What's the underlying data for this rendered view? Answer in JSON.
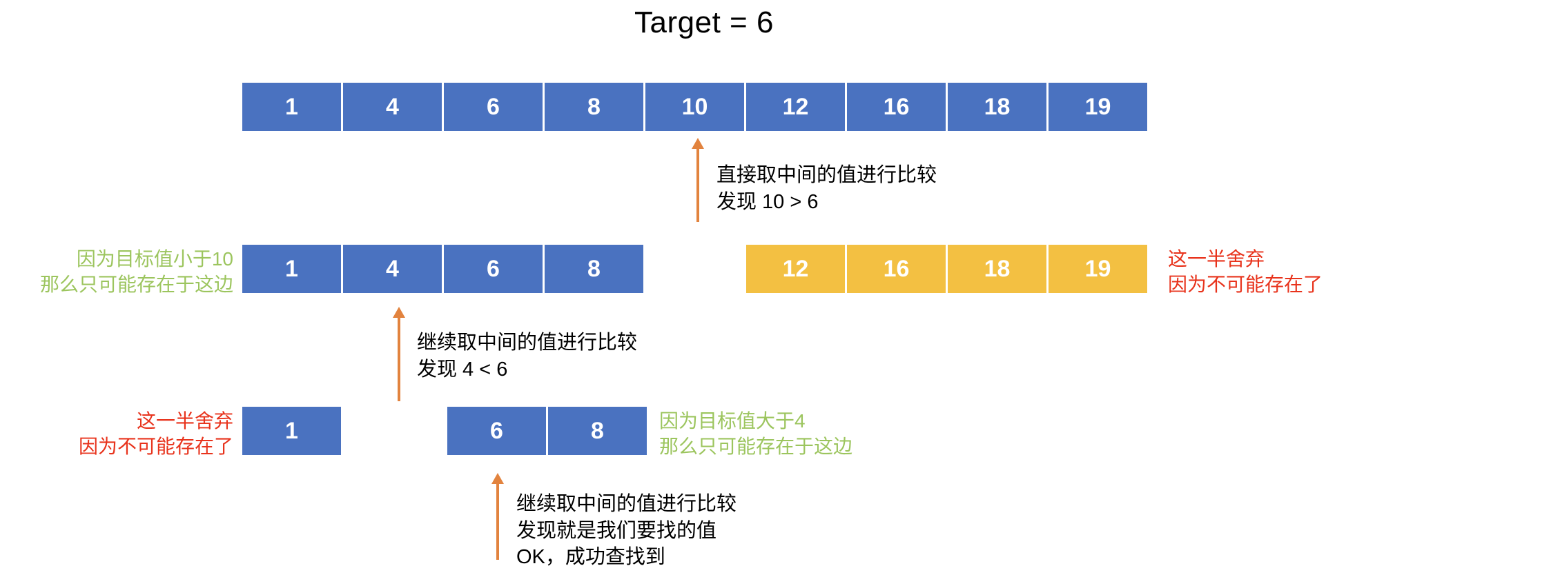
{
  "title": "Target = 6",
  "colors": {
    "active_block": "#4A72C0",
    "discarded_block": "#F3C042",
    "keep_label": "#9CC55E",
    "discard_label": "#E8331C",
    "arrow": "#E2833E",
    "text": "#000000",
    "background": "#FFFFFF"
  },
  "rows": [
    {
      "id": "row-1-full-array",
      "left_group": {
        "style": "blue",
        "values": [
          "1",
          "4",
          "6",
          "8",
          "10",
          "12",
          "16",
          "18",
          "19"
        ]
      }
    },
    {
      "id": "row-2-split-array",
      "left_label": [
        "因为目标值小于10",
        "那么只可能存在于这边"
      ],
      "left_group": {
        "style": "blue",
        "values": [
          "1",
          "4",
          "6",
          "8"
        ]
      },
      "right_group": {
        "style": "amber",
        "values": [
          "12",
          "16",
          "18",
          "19"
        ]
      },
      "right_label": [
        "这一半舍弃",
        "因为不可能存在了"
      ]
    },
    {
      "id": "row-3-split-array",
      "left_label": [
        "这一半舍弃",
        "因为不可能存在了"
      ],
      "left_group": {
        "style": "blue",
        "values": [
          "1"
        ]
      },
      "right_group": {
        "style": "blue",
        "values": [
          "6",
          "8"
        ]
      },
      "right_label": [
        "因为目标值大于4",
        "那么只可能存在于这边"
      ]
    }
  ],
  "steps": [
    {
      "id": "step-1",
      "pointer_value": "10",
      "lines": [
        "直接取中间的值进行比较",
        "发现 10 > 6"
      ]
    },
    {
      "id": "step-2",
      "pointer_value": "4",
      "lines": [
        "继续取中间的值进行比较",
        "发现 4 < 6"
      ]
    },
    {
      "id": "step-3",
      "pointer_value": "6",
      "lines": [
        "继续取中间的值进行比较",
        "发现就是我们要找的值",
        "OK，成功查找到"
      ]
    }
  ],
  "chart_data": {
    "type": "diagram",
    "subject": "binary-search-walkthrough",
    "target": 6,
    "initial_array": [
      1,
      4,
      6,
      8,
      10,
      12,
      16,
      18,
      19
    ],
    "iterations": [
      {
        "step": 1,
        "mid_value": 10,
        "comparison": "10 > 6",
        "kept": [
          1,
          4,
          6,
          8
        ],
        "discarded": [
          12,
          16,
          18,
          19
        ]
      },
      {
        "step": 2,
        "mid_value": 4,
        "comparison": "4 < 6",
        "kept": [
          6,
          8
        ],
        "discarded": [
          1
        ]
      },
      {
        "step": 3,
        "mid_value": 6,
        "comparison": "6 == 6",
        "result": "found"
      }
    ]
  }
}
